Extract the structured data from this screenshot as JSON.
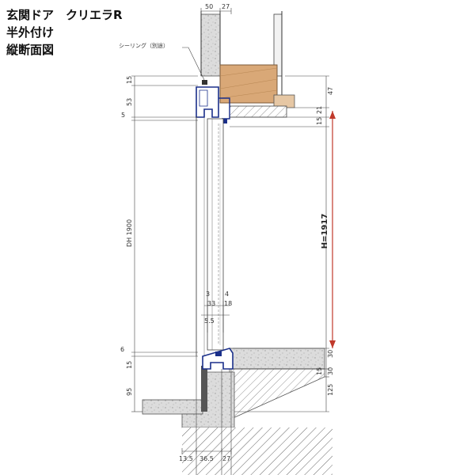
{
  "title": {
    "line1": "玄関ドア　クリエラR",
    "line2": "半外付け",
    "line3": "縦断面図"
  },
  "callout": {
    "sealing": "シーリング（別途）"
  },
  "height_label": "H=1917",
  "door_height_label": "DH 1900",
  "dims": {
    "top_50": "50",
    "top_27": "27",
    "left_15_top": "15",
    "left_53": "53",
    "left_5": "5",
    "left_6": "6",
    "left_15_bottom": "15",
    "left_95": "95",
    "right_47": "47",
    "right_15": "15",
    "right_21": "21",
    "right_30": "30",
    "right_15_bottom": "15",
    "right_30_bottom": "30",
    "right_125": "125",
    "mid_3": "3",
    "mid_4": "4",
    "mid_33": "33",
    "mid_18": "18",
    "mid_5_5": "5.5",
    "bottom_13_5": "13.5",
    "bottom_36_5": "36.5",
    "bottom_27": "27"
  },
  "colors": {
    "frame_blue": "#1a2f8a",
    "wood": "#d9a877",
    "wall_gray": "#c8c8c8",
    "dimension_red": "#c0392b"
  }
}
